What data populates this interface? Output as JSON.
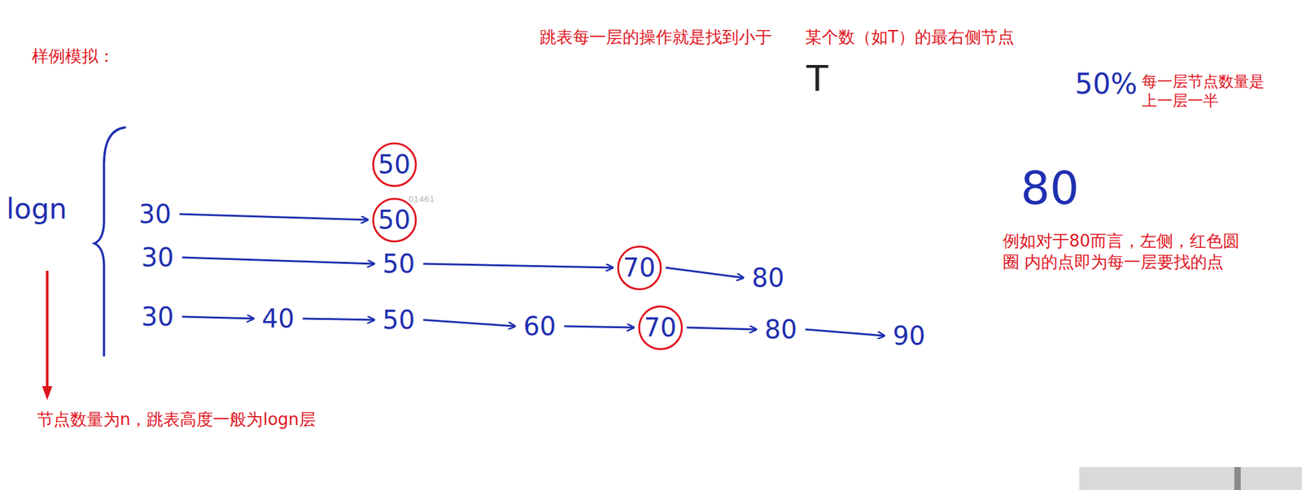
{
  "diagram": {
    "nodes": [
      {
        "text": [
          "50"
        ]
      },
      {
        "text": [
          "30"
        ]
      },
      {
        "text": [
          "50"
        ]
      },
      {
        "text": [
          "30"
        ]
      },
      {
        "text": [
          "50"
        ]
      },
      {
        "text": [
          "70"
        ]
      },
      {
        "text": [
          "80"
        ]
      },
      {
        "text": [
          "30"
        ]
      },
      {
        "text": [
          "40"
        ]
      },
      {
        "text": [
          "50"
        ]
      },
      {
        "text": [
          "60"
        ]
      },
      {
        "text": [
          "70"
        ]
      },
      {
        "text": [
          "80"
        ]
      },
      {
        "text": [
          "90"
        ]
      }
    ],
    "edges": [
      {
        "from": 1,
        "to": 2,
        "arrow": "to"
      },
      {
        "from": 3,
        "to": 4,
        "arrow": "to"
      },
      {
        "from": 4,
        "to": 5,
        "arrow": "to"
      },
      {
        "from": 5,
        "to": 6,
        "arrow": "to"
      },
      {
        "from": 7,
        "to": 8,
        "arrow": "to"
      },
      {
        "from": 8,
        "to": 9,
        "arrow": "to"
      },
      {
        "from": 9,
        "to": 10,
        "arrow": "to"
      },
      {
        "from": 10,
        "to": 11,
        "arrow": "to"
      },
      {
        "from": 11,
        "to": 12,
        "arrow": "to"
      },
      {
        "from": 12,
        "to": 13,
        "arrow": "to"
      }
    ],
    "labels": [
      "样例模拟：",
      "跳表每一层的操作就是找到小于　　某个数（如T）的最右侧节点",
      "T",
      "50%",
      "每一层节点数量是 上一层一半",
      "01461",
      "80",
      "例如对于80而言，左侧，红色圆圈 内的点即为每一层要找的点",
      "logn",
      "节点数量为n，跳表高度一般为logn层"
    ]
  }
}
